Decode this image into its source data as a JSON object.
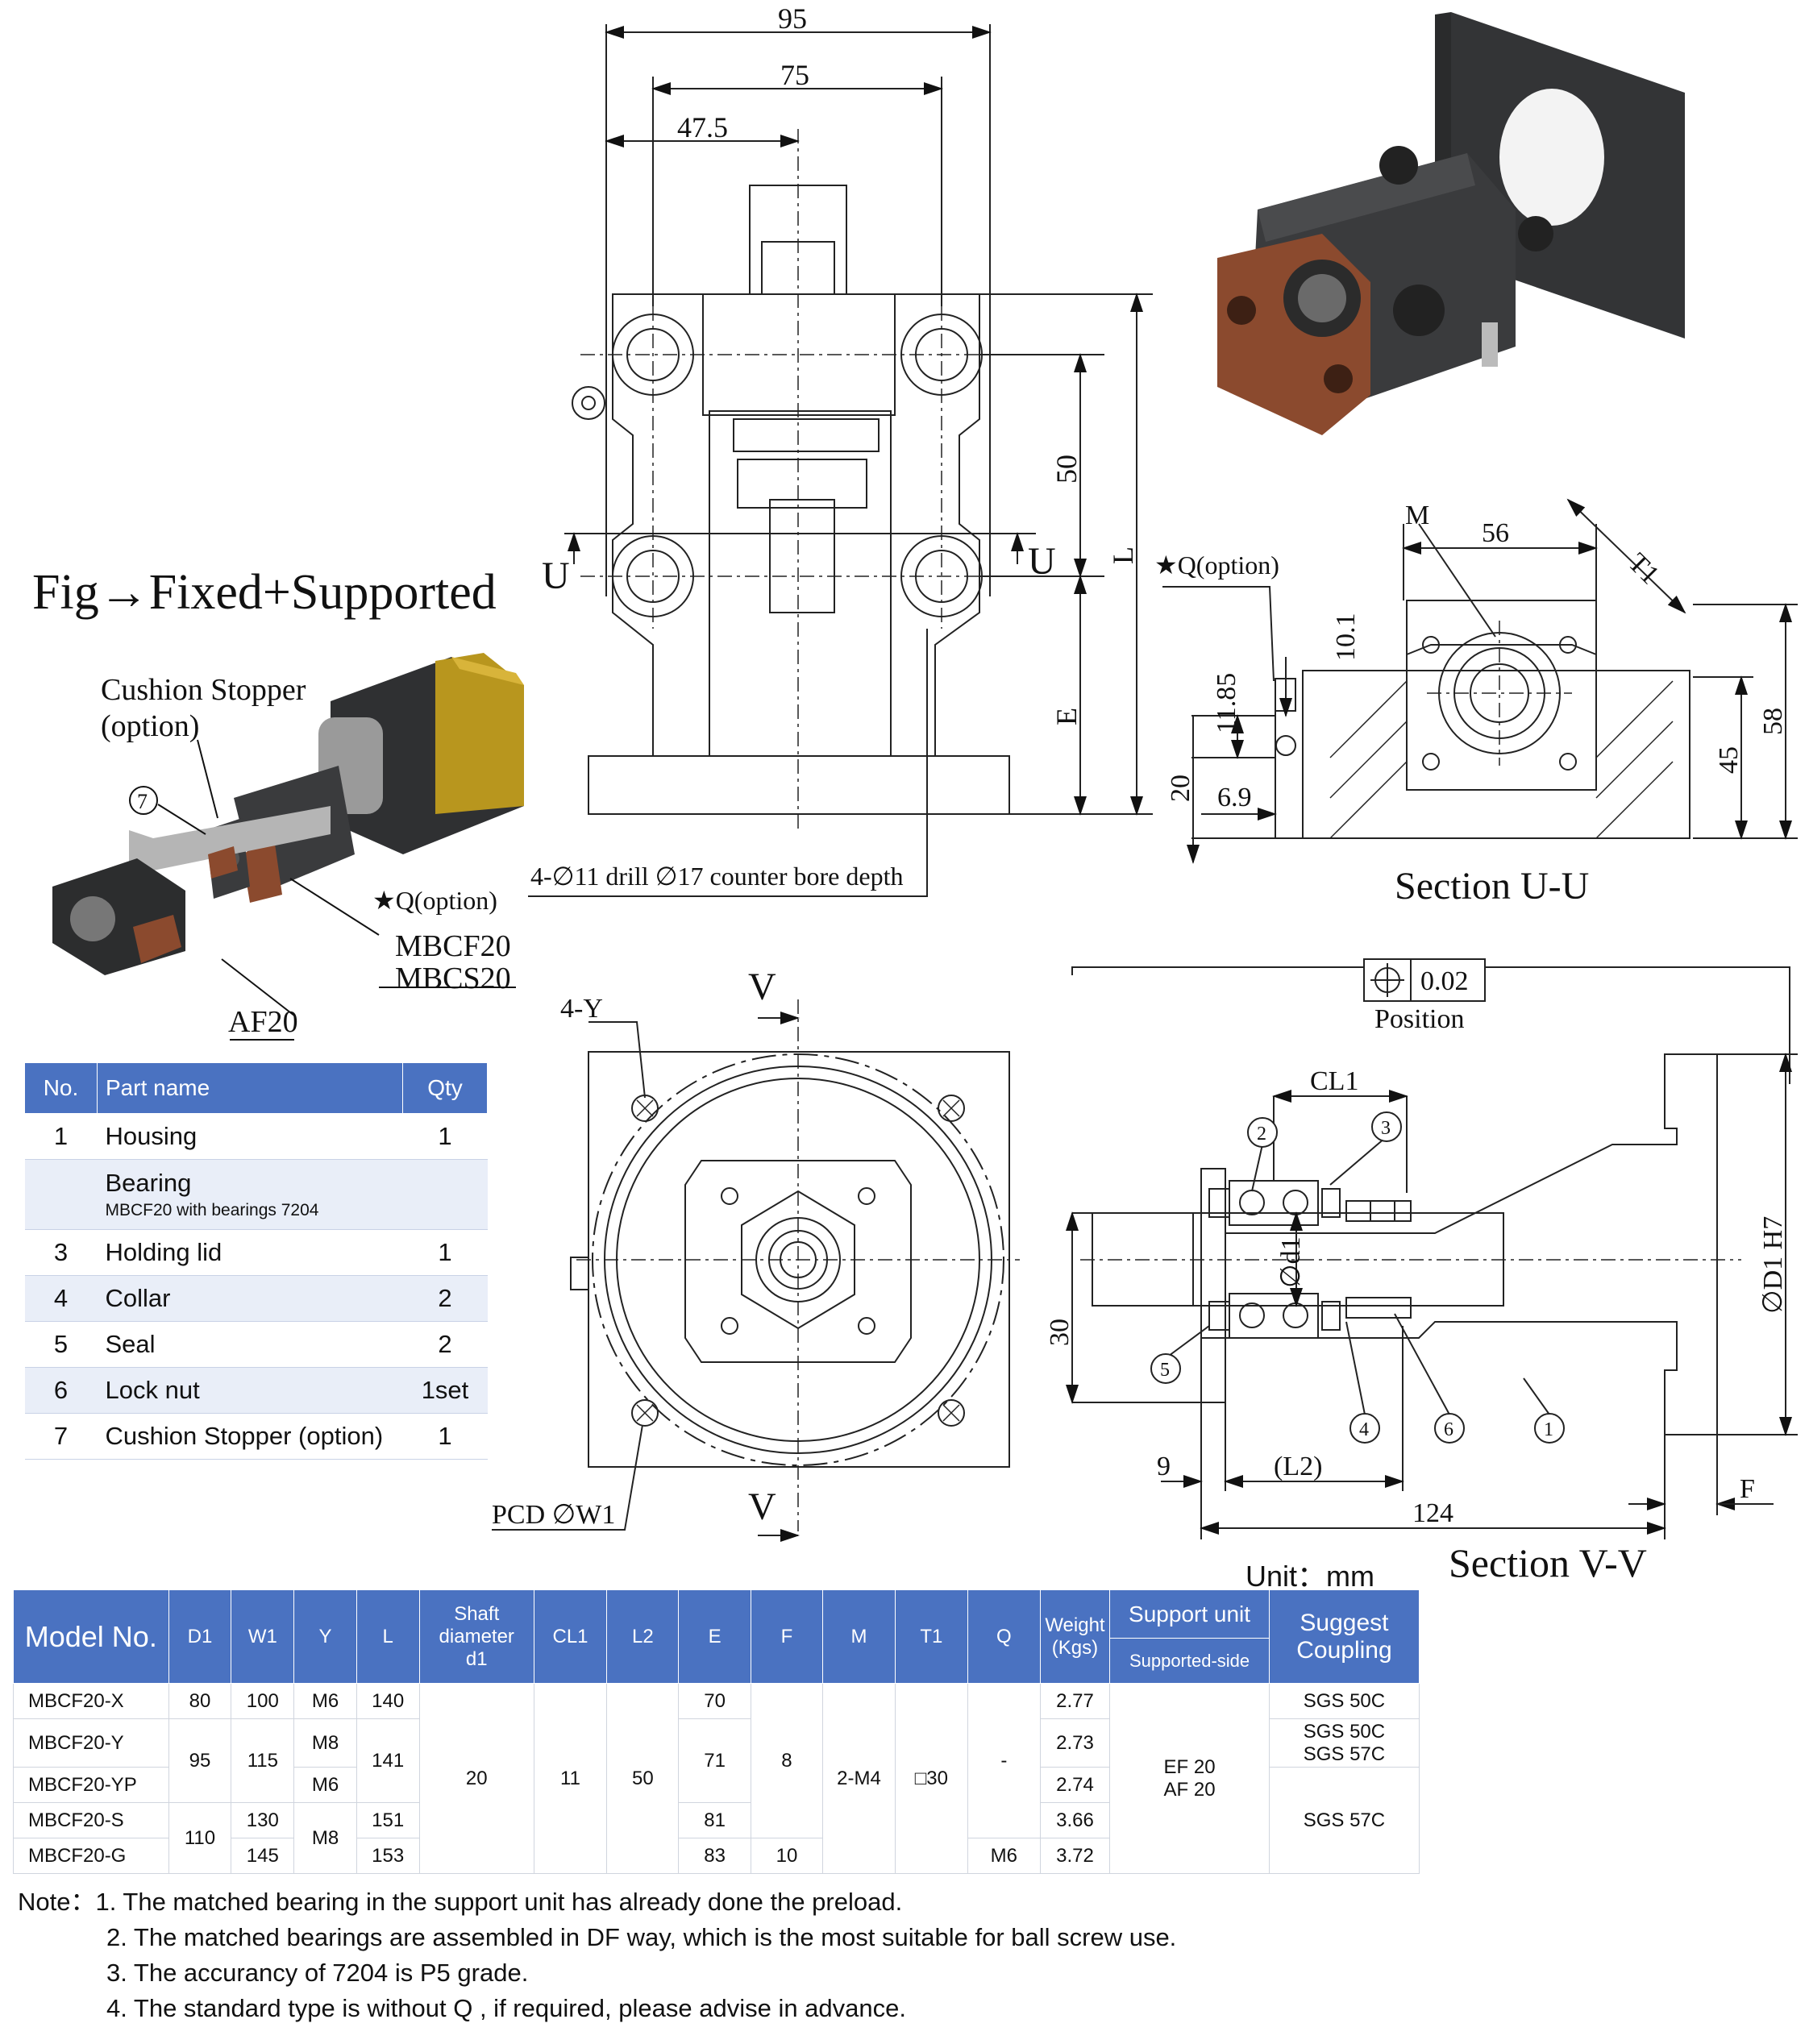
{
  "figure": {
    "title": "Fig→Fixed+Supported",
    "callouts": {
      "cushion_stopper": [
        "Cushion Stopper",
        "(option)"
      ],
      "q_option": "★Q(option)",
      "model_a": "MBCF20",
      "model_b": "MBCS20",
      "support": "AF20",
      "item7": "7"
    }
  },
  "front_view": {
    "dims": {
      "d95": "95",
      "d75": "75",
      "d47": "47.5",
      "d50": "50",
      "L": "L",
      "E": "E"
    },
    "section_marks": {
      "u_left": "U",
      "u_right": "U"
    },
    "drill_note": "4-∅11 drill  ∅17 counter bore depth"
  },
  "section_uu": {
    "title": "Section U-U",
    "q_option": "★Q(option)",
    "dims": {
      "M": "M",
      "d56": "56",
      "T1": "T1",
      "d10_1": "10.1",
      "d11_85": "11.85",
      "d20": "20",
      "d6_9": "6.9",
      "d45": "45",
      "d58": "58"
    }
  },
  "flange_view": {
    "labels": {
      "y": "4-Y",
      "v_top": "V",
      "v_bottom": "V",
      "pcd": "PCD ∅W1"
    }
  },
  "section_vv": {
    "title": "Section V-V",
    "position_label": "Position",
    "tolerance": "0.02",
    "dims": {
      "CL1": "CL1",
      "d1": "∅d1",
      "D1": "∅D1 H7",
      "d30": "30",
      "d9": "9",
      "L2": "(L2)",
      "F": "F",
      "d124": "124"
    },
    "balloons": [
      "1",
      "2",
      "3",
      "4",
      "5",
      "6"
    ]
  },
  "parts_table": {
    "headers": [
      "No.",
      "Part name",
      "Qty"
    ],
    "rows": [
      {
        "no": "1",
        "name": "Housing",
        "sub": "",
        "qty": "1"
      },
      {
        "no": "",
        "name": "Bearing",
        "sub": "MBCF20 with bearings 7204",
        "qty": ""
      },
      {
        "no": "3",
        "name": "Holding lid",
        "sub": "",
        "qty": "1"
      },
      {
        "no": "4",
        "name": "Collar",
        "sub": "",
        "qty": "2"
      },
      {
        "no": "5",
        "name": "Seal",
        "sub": "",
        "qty": "2"
      },
      {
        "no": "6",
        "name": "Lock nut",
        "sub": "",
        "qty": "1set"
      },
      {
        "no": "7",
        "name": "Cushion Stopper (option)",
        "sub": "",
        "qty": "1"
      }
    ]
  },
  "unit_label": "Unit：mm",
  "spec_table": {
    "headers": {
      "model": "Model No.",
      "D1": "D1",
      "W1": "W1",
      "Y": "Y",
      "L": "L",
      "shaft": [
        "Shaft",
        "diameter",
        "d1"
      ],
      "CL1": "CL1",
      "L2": "L2",
      "E": "E",
      "F": "F",
      "M": "M",
      "T1": "T1",
      "Q": "Q",
      "weight": [
        "Weight",
        "(Kgs)"
      ],
      "support": "Support unit",
      "support_sub": "Supported-side",
      "coupling": [
        "Suggest",
        "Coupling"
      ]
    },
    "rows": [
      {
        "model": "MBCF20-X",
        "D1": "80",
        "W1": "100",
        "Y": "M6",
        "L": "140",
        "E": "70",
        "weight": "2.77",
        "coupling": "SGS 50C"
      },
      {
        "model": "MBCF20-Y",
        "D1": "95",
        "W1": "115",
        "Y": "M8",
        "L": "141",
        "E": "71",
        "weight": "2.73",
        "coupling": "SGS 50C / SGS 57C"
      },
      {
        "model": "MBCF20-YP",
        "Y": "M6",
        "weight": "2.74"
      },
      {
        "model": "MBCF20-S",
        "D1": "110",
        "W1": "130",
        "Y": "M8",
        "L": "151",
        "E": "81",
        "weight": "3.66",
        "coupling": "SGS 57C"
      },
      {
        "model": "MBCF20-G",
        "W1": "145",
        "L": "153",
        "E": "83",
        "F": "10",
        "Q": "M6",
        "weight": "3.72"
      }
    ],
    "common": {
      "shaft": "20",
      "CL1": "11",
      "L2": "50",
      "F": "8",
      "M": "2-M4",
      "T1": "□30",
      "Q": "-",
      "support": [
        "EF 20",
        "AF 20"
      ],
      "coupling_y": [
        "SGS 50C",
        "SGS 57C"
      ]
    }
  },
  "notes": {
    "prefix": "Note：",
    "items": [
      "1. The matched bearing in the support unit has already done the preload.",
      "2. The matched bearings are assembled in DF way, which is the most suitable for ball screw use.",
      "3. The accurancy of 7204 is P5 grade.",
      "4. The standard type is without  Q , if required, please advise in advance."
    ]
  },
  "colors": {
    "header_blue": "#4a72c1",
    "row_alt": "#e9eef8",
    "housing_dark": "#3a3b3d",
    "stopper_brown": "#8b4a2e",
    "motor_gold": "#b8961e"
  }
}
